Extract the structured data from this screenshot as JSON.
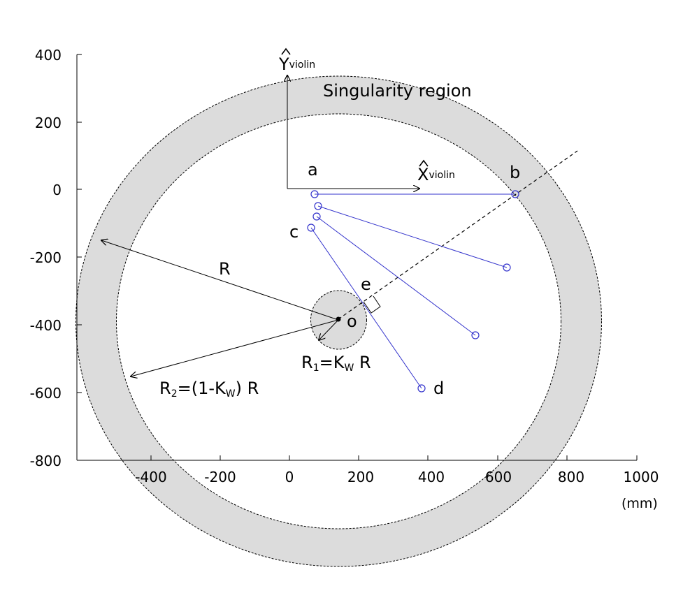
{
  "diagram": {
    "x_ticks": [
      "-400",
      "-200",
      "0",
      "200",
      "400",
      "600",
      "800",
      "1000"
    ],
    "y_ticks": [
      "400",
      "200",
      "0",
      "-200",
      "-400",
      "-600",
      "-800"
    ],
    "unit_label": "(mm)",
    "region_label": "Singularity region",
    "axis_x_label": {
      "main": "X",
      "sub": "violin"
    },
    "axis_y_label": {
      "main": "Y",
      "sub": "violin"
    },
    "points": {
      "a": "a",
      "b": "b",
      "c": "c",
      "d": "d",
      "e": "e",
      "o": "o"
    },
    "r_label": "R",
    "r1_label": {
      "head": "R",
      "sub1": "1",
      "mid": "=K",
      "subw": "W",
      "tail": " R"
    },
    "r2_label": {
      "head": "R",
      "sub2": "2",
      "mid": "=(1-K",
      "subw": "W",
      "tail": ") R"
    }
  },
  "chart_data": {
    "type": "scatter",
    "x_unit": "mm",
    "y_unit": "mm",
    "xlim": [
      -600,
      1000
    ],
    "ylim": [
      -800,
      400
    ],
    "center_o": [
      140,
      -385
    ],
    "outer_radius_R": 745,
    "inner_radius_R2": 630,
    "small_radius_R1": 80,
    "segments": [
      {
        "from": [
          75,
          -15
        ],
        "to": [
          650,
          -15
        ]
      },
      {
        "from": [
          85,
          -50
        ],
        "to": [
          635,
          -230
        ]
      },
      {
        "from": [
          80,
          -80
        ],
        "to": [
          545,
          -430
        ]
      },
      {
        "from": [
          60,
          -115
        ],
        "to": [
          385,
          -585
        ]
      }
    ],
    "dashed_line": {
      "from": [
        140,
        -385
      ],
      "to": [
        840,
        110
      ]
    }
  }
}
